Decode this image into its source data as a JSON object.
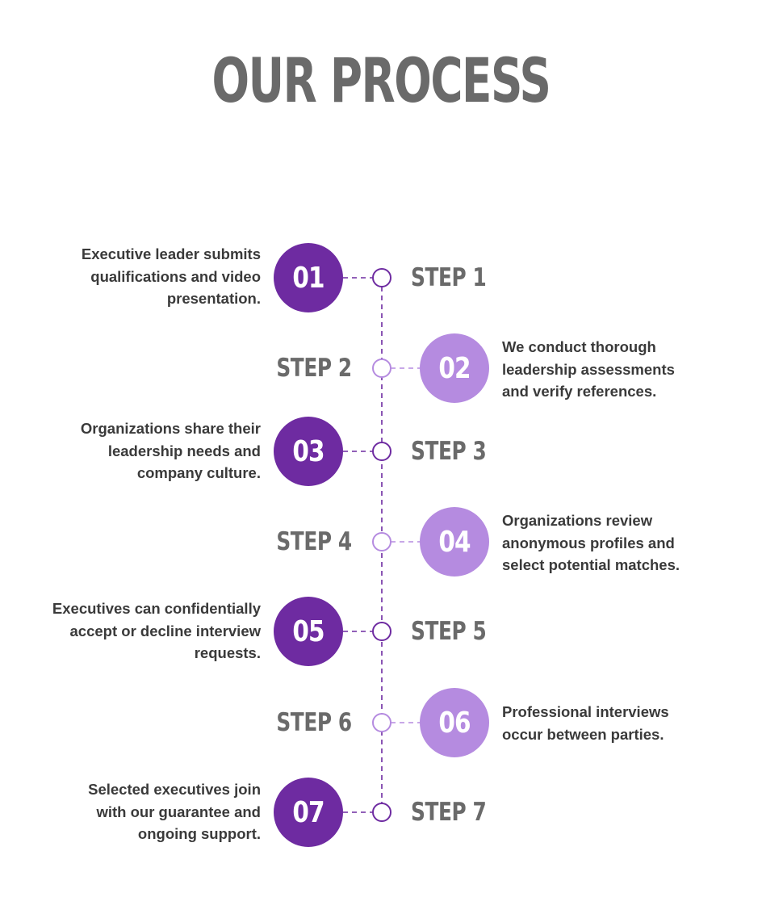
{
  "title": "OUR PROCESS",
  "colors": {
    "dark_purple": "#6e2ba1",
    "light_purple": "#b58be0",
    "title_gray": "#6a6a6a",
    "text_dark": "#3a3a3a"
  },
  "steps": [
    {
      "number": "01",
      "label": "STEP 1",
      "description": "Executive leader submits qualifications and video presentation.",
      "tone": "dark"
    },
    {
      "number": "02",
      "label": "STEP 2",
      "description": "We conduct thorough leadership assessments and verify references.",
      "tone": "light"
    },
    {
      "number": "03",
      "label": "STEP 3",
      "description": "Organizations share their leadership needs and company culture.",
      "tone": "dark"
    },
    {
      "number": "04",
      "label": "STEP 4",
      "description": "Organizations review anonymous profiles and select potential matches.",
      "tone": "light"
    },
    {
      "number": "05",
      "label": "STEP 5",
      "description": "Executives can confidentially accept or decline interview requests.",
      "tone": "dark"
    },
    {
      "number": "06",
      "label": "STEP 6",
      "description": "Professional interviews occur between parties.",
      "tone": "light"
    },
    {
      "number": "07",
      "label": "STEP 7",
      "description": "Selected executives join with our guarantee and ongoing support.",
      "tone": "dark"
    }
  ]
}
